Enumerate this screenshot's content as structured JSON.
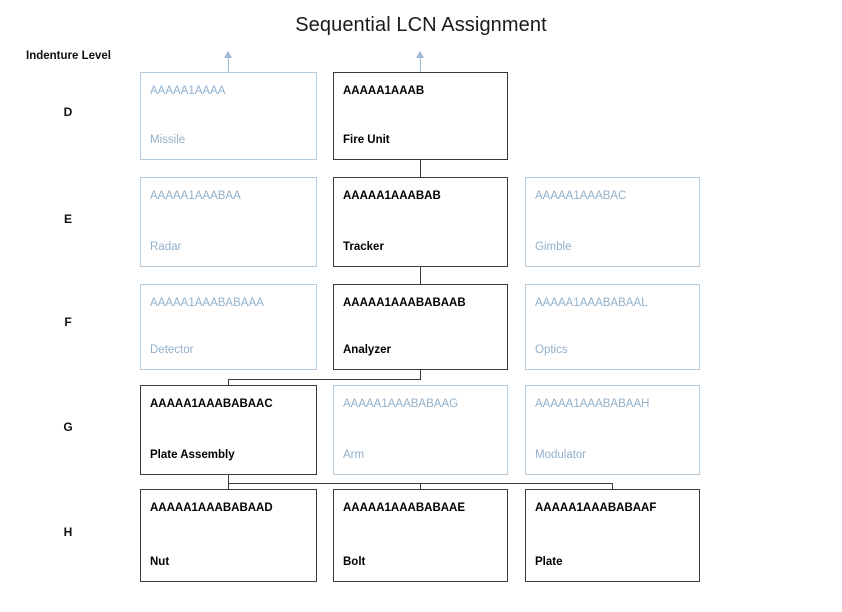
{
  "chart_data": {
    "type": "diagram",
    "title": "Sequential LCN Assignment",
    "axis_label": "Indenture Level",
    "levels": [
      "D",
      "E",
      "F",
      "G",
      "H"
    ],
    "nodes": [
      {
        "level": "D",
        "column": 0,
        "lcn": "AAAAA1AAAA",
        "name": "Missile",
        "state": "ghost"
      },
      {
        "level": "D",
        "column": 1,
        "lcn": "AAAAA1AAAB",
        "name": "Fire Unit",
        "state": "active"
      },
      {
        "level": "E",
        "column": 0,
        "lcn": "AAAAA1AAABAA",
        "name": "Radar",
        "state": "ghost"
      },
      {
        "level": "E",
        "column": 1,
        "lcn": "AAAAA1AAABAB",
        "name": "Tracker",
        "state": "active"
      },
      {
        "level": "E",
        "column": 2,
        "lcn": "AAAAA1AAABAC",
        "name": "Gimble",
        "state": "ghost"
      },
      {
        "level": "F",
        "column": 0,
        "lcn": "AAAAA1AAABABAAA",
        "name": "Detector",
        "state": "ghost"
      },
      {
        "level": "F",
        "column": 1,
        "lcn": "AAAAA1AAABABAAB",
        "name": "Analyzer",
        "state": "active"
      },
      {
        "level": "F",
        "column": 2,
        "lcn": "AAAAA1AAABABAAL",
        "name": "Optics",
        "state": "ghost"
      },
      {
        "level": "G",
        "column": 0,
        "lcn": "AAAAA1AAABABAAC",
        "name": "Plate Assembly",
        "state": "active"
      },
      {
        "level": "G",
        "column": 1,
        "lcn": "AAAAA1AAABABAAG",
        "name": "Arm",
        "state": "ghost"
      },
      {
        "level": "G",
        "column": 2,
        "lcn": "AAAAA1AAABABAAH",
        "name": "Modulator",
        "state": "ghost"
      },
      {
        "level": "H",
        "column": 0,
        "lcn": "AAAAA1AAABABAAD",
        "name": "Nut",
        "state": "active"
      },
      {
        "level": "H",
        "column": 1,
        "lcn": "AAAAA1AAABABAAE",
        "name": "Bolt",
        "state": "active"
      },
      {
        "level": "H",
        "column": 2,
        "lcn": "AAAAA1AAABABAAF",
        "name": "Plate",
        "state": "active"
      }
    ],
    "edges": [
      {
        "from": "AAAAA1AAAB",
        "to": "AAAAA1AAABAB"
      },
      {
        "from": "AAAAA1AAABAB",
        "to": "AAAAA1AAABABAAB"
      },
      {
        "from": "AAAAA1AAABABAAB",
        "to": "AAAAA1AAABABAAC"
      },
      {
        "from": "AAAAA1AAABABAAC",
        "to": "AAAAA1AAABABAAD"
      },
      {
        "from": "AAAAA1AAABABAAC",
        "to": "AAAAA1AAABABAAE"
      },
      {
        "from": "AAAAA1AAABABAAC",
        "to": "AAAAA1AAABABAAF"
      }
    ],
    "up_arrows": 2,
    "colors": {
      "active_border": "#3a3a3a",
      "active_text": "#000000",
      "ghost_border": "#b6cade",
      "ghost_text": "#92b0cb",
      "arrow": "#9db8d2",
      "title_text": "#1a1a1a",
      "background": "#ffffff"
    }
  },
  "diagram": {
    "title": "Sequential LCN Assignment",
    "indenture_header": "Indenture Level",
    "levels": [
      {
        "label": "D"
      },
      {
        "label": "E"
      },
      {
        "label": "F"
      },
      {
        "label": "G"
      },
      {
        "label": "H"
      }
    ],
    "rowD": {
      "missile": {
        "lcn": "AAAAA1AAAA",
        "name": "Missile"
      },
      "fireunit": {
        "lcn": "AAAAA1AAAB",
        "name": "Fire Unit"
      }
    },
    "rowE": {
      "radar": {
        "lcn": "AAAAA1AAABAA",
        "name": "Radar"
      },
      "tracker": {
        "lcn": "AAAAA1AAABAB",
        "name": "Tracker"
      },
      "gimble": {
        "lcn": "AAAAA1AAABAC",
        "name": "Gimble"
      }
    },
    "rowF": {
      "detector": {
        "lcn": "AAAAA1AAABABAAA",
        "name": "Detector"
      },
      "analyzer": {
        "lcn": "AAAAA1AAABABAAB",
        "name": "Analyzer"
      },
      "optics": {
        "lcn": "AAAAA1AAABABAAL",
        "name": "Optics"
      }
    },
    "rowG": {
      "plateassembly": {
        "lcn": "AAAAA1AAABABAAC",
        "name": "Plate Assembly"
      },
      "arm": {
        "lcn": "AAAAA1AAABABAAG",
        "name": "Arm"
      },
      "modulator": {
        "lcn": "AAAAA1AAABABAAH",
        "name": "Modulator"
      }
    },
    "rowH": {
      "nut": {
        "lcn": "AAAAA1AAABABAAD",
        "name": "Nut"
      },
      "bolt": {
        "lcn": "AAAAA1AAABABAAE",
        "name": "Bolt"
      },
      "plate": {
        "lcn": "AAAAA1AAABABAAF",
        "name": "Plate"
      }
    }
  }
}
